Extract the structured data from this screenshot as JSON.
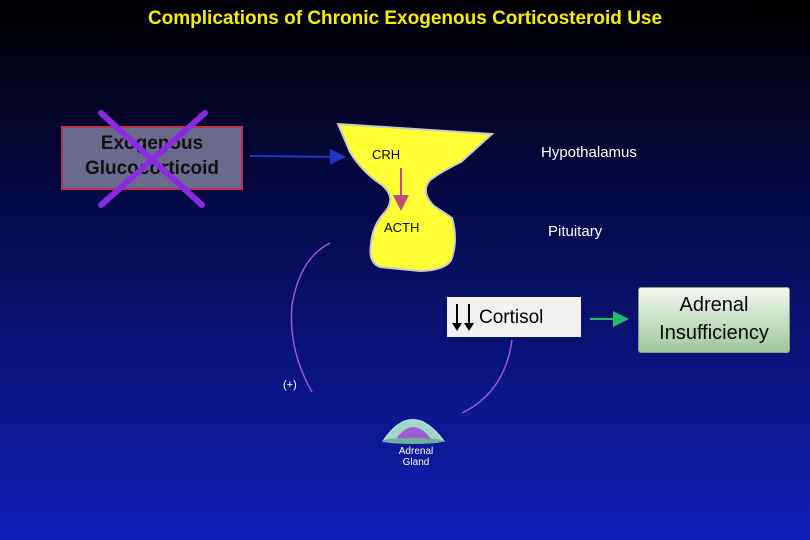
{
  "title": "Complications of Chronic Exogenous Corticosteroid Use",
  "exogenous": {
    "label": "Exogenous\nGlucocorticoid"
  },
  "brain": {
    "crh_label": "CRH",
    "acth_label": "ACTH"
  },
  "hypothalamus_label": "Hypothalamus",
  "pituitary_label": "Pituitary",
  "cortisol": {
    "label": "Cortisol"
  },
  "adrenal_insufficiency": {
    "label": "Adrenal\nInsufficiency"
  },
  "plus_label": "(+)",
  "adrenal_gland": {
    "label": "Adrenal\nGland"
  },
  "colors": {
    "title": "#f5f000",
    "hypothalamus_fill": "#ffff33",
    "cross": "#8a2be2",
    "feedback_line": "#9955dd",
    "arrow_green": "#22bb66"
  }
}
